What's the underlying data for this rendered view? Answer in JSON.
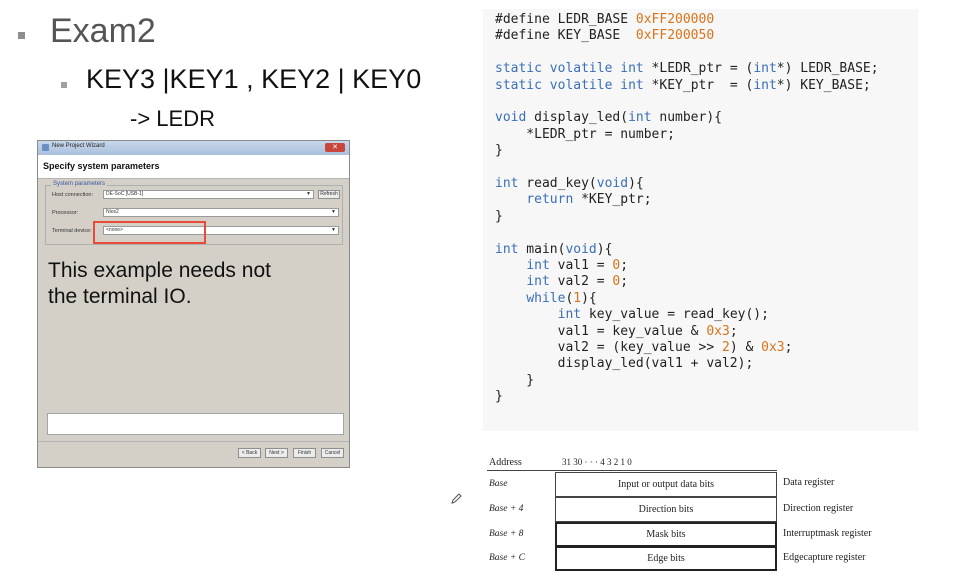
{
  "slide": {
    "title": "Exam2",
    "subtitle": "KEY3 |KEY1 , KEY2 | KEY0",
    "subtitle2": "-> LEDR"
  },
  "dialog": {
    "window_title": "New Project Wizard",
    "heading": "Specify system parameters",
    "group_label": "System parameters",
    "host_label": "Host connection:",
    "host_value": "DE-SoC [USB-1]",
    "refresh_label": "Refresh",
    "processor_label": "Processor:",
    "processor_value": "Nios2",
    "terminal_label": "Terminal device:",
    "terminal_value": "<none>",
    "note_line1": "This example needs not",
    "note_line2": "the terminal IO.",
    "back_label": "< Back",
    "next_label": "Next >",
    "finish_label": "Finish",
    "cancel_label": "Cancel"
  },
  "code": {
    "lines": [
      "#define LEDR_BASE 0xFF200000",
      "#define KEY_BASE  0xFF200050",
      "",
      "static volatile int *LEDR_ptr = (int*) LEDR_BASE;",
      "static volatile int *KEY_ptr  = (int*) KEY_BASE;",
      "",
      "void display_led(int number){",
      "    *LEDR_ptr = number;",
      "}",
      "",
      "int read_key(void){",
      "    return *KEY_ptr;",
      "}",
      "",
      "int main(void){",
      "    int val1 = 0;",
      "    int val2 = 0;",
      "    while(1){",
      "        int key_value = read_key();",
      "        val1 = key_value & 0x3;",
      "        val2 = (key_value >> 2) & 0x3;",
      "        display_led(val1 + val2);",
      "    }",
      "}"
    ]
  },
  "register_table": {
    "address_header": "Address",
    "bit_labels": "31  30    · · ·    4    3    2    1    0",
    "rows": [
      {
        "address": "Base",
        "field": "Input or output data bits",
        "name": "Data register"
      },
      {
        "address": "Base + 4",
        "field": "Direction bits",
        "name": "Direction register"
      },
      {
        "address": "Base + 8",
        "field": "Mask bits",
        "name": "Interruptmask register"
      },
      {
        "address": "Base + C",
        "field": "Edge bits",
        "name": "Edgecapture register"
      }
    ]
  },
  "icons": {
    "pencil": "pencil-icon",
    "window_close": "close-icon",
    "dropdown": "chevron-down-icon"
  }
}
